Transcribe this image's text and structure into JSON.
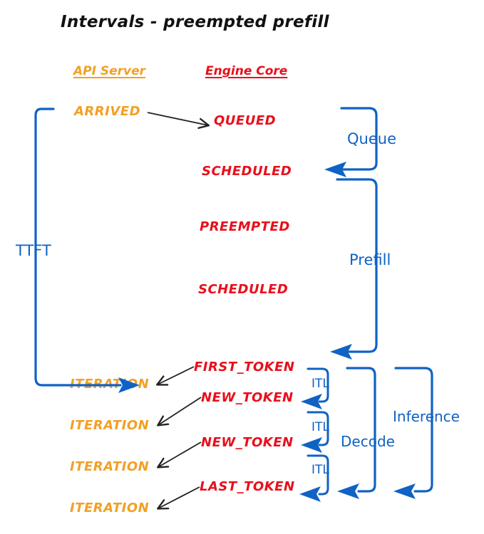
{
  "title": "Intervals - preempted prefill",
  "colors": {
    "api_server": "#F2A026",
    "engine_core": "#E8101C",
    "interval_blue": "#1062C4",
    "arrow_black": "#222222",
    "background": "#FFFFFF"
  },
  "columns": {
    "api_server": "API Server",
    "engine_core": "Engine Core"
  },
  "api_events": [
    {
      "label": "ARRIVED"
    },
    {
      "label": "ITERATION"
    },
    {
      "label": "ITERATION"
    },
    {
      "label": "ITERATION"
    },
    {
      "label": "ITERATION"
    }
  ],
  "engine_events": [
    {
      "label": "QUEUED"
    },
    {
      "label": "SCHEDULED"
    },
    {
      "label": "PREEMPTED"
    },
    {
      "label": "SCHEDULED"
    },
    {
      "label": "FIRST_TOKEN"
    },
    {
      "label": "NEW_TOKEN"
    },
    {
      "label": "NEW_TOKEN"
    },
    {
      "label": "LAST_TOKEN"
    }
  ],
  "intervals": {
    "ttft": "TTFT",
    "queue": "Queue",
    "prefill": "Prefill",
    "decode": "Decode",
    "inference": "Inference",
    "itl_1": "ITL",
    "itl_2": "ITL",
    "itl_3": "ITL"
  }
}
